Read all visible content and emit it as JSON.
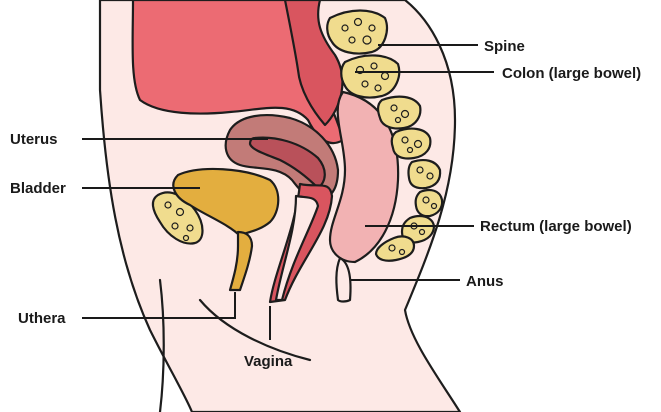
{
  "labels": {
    "spine": "Spine",
    "colon": "Colon (large bowel)",
    "uterus": "Uterus",
    "bladder": "Bladder",
    "rectum": "Rectum (large bowel)",
    "anus": "Anus",
    "uthera": "Uthera",
    "vagina": "Vagina"
  },
  "colors": {
    "skin": "#fde9e6",
    "intestine": "#ec6b73",
    "colon": "#d9555f",
    "uterus": "#c27b78",
    "uterus_cavity": "#b9515a",
    "bladder": "#e3ae3f",
    "bone": "#f0dc8e",
    "rectum": "#f2b2b3",
    "outline": "#1d1d1d"
  }
}
